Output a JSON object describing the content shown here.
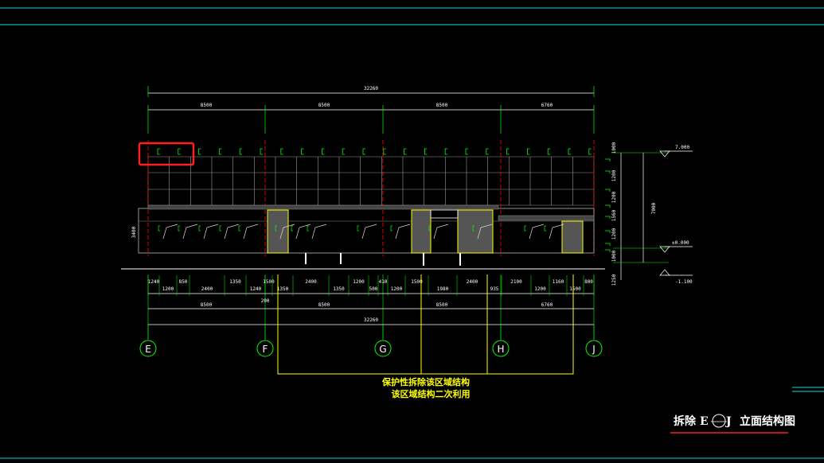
{
  "top_dims": {
    "total": "32260",
    "bays": [
      "8500",
      "8500",
      "8500",
      "6760"
    ]
  },
  "bottom_dims": {
    "detail": [
      "1240",
      "1200",
      "850",
      "2400",
      "1350",
      "1240",
      "1500",
      "1350",
      "2400",
      "1350",
      "1200",
      "500",
      "410",
      "1200",
      "1500",
      "1980",
      "2400",
      "935",
      "2100",
      "1200",
      "1160",
      "1500",
      "800"
    ],
    "small": "200",
    "bays": [
      "8500",
      "8500",
      "8500",
      "6760"
    ],
    "total": "32260"
  },
  "axes": [
    "E",
    "F",
    "G",
    "H",
    "J"
  ],
  "right_dims": [
    "1000",
    "1200",
    "1200",
    "1560",
    "1200",
    "1000",
    "1250"
  ],
  "right_total": "7000",
  "elevations": [
    "7.000",
    "±0.000",
    "-1.100"
  ],
  "side_label": "3400",
  "note": {
    "line1": "保护性拆除该区域结构",
    "line2": "该区域结构二次利用"
  },
  "title": {
    "prefix": "拆除",
    "from_axis": "E",
    "to_axis": "J",
    "suffix": "立面结构图"
  },
  "colors": {
    "background": "#000000",
    "axis_line": "#ff0000",
    "bubble": "#00ff00",
    "grid": "#c0c0c0",
    "note": "#ffff00",
    "highlight_box": "#ff2020",
    "frame": "#00ffff"
  }
}
